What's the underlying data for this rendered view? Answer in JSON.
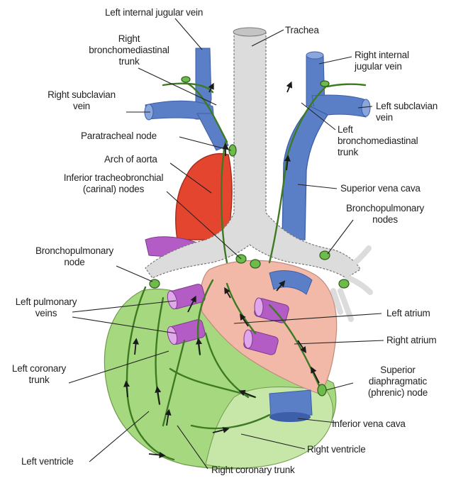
{
  "colors": {
    "vein": "#5a7fc6",
    "vein_dark": "#3d5ea8",
    "aorta": "#e4452f",
    "pulmonary_vein": "#b45cc6",
    "trachea": "#dcdcdc",
    "atrium": "#f2b9a9",
    "ventricle": "#a6d97f",
    "ventricle_light": "#c6e7a8",
    "lymph": "#4c8a2e",
    "node": "#6dbb4a"
  },
  "labels": {
    "left_internal_jugular": "Left internal jugular vein",
    "right_bronchomed": [
      "Right",
      "bronchomediastinal",
      "trunk"
    ],
    "trachea": "Trachea",
    "right_internal_jugular": [
      "Right internal",
      "jugular vein"
    ],
    "right_subclavian": [
      "Right subclavian",
      "vein"
    ],
    "left_subclavian": [
      "Left subclavian",
      "vein"
    ],
    "paratracheal": "Paratracheal node",
    "left_bronchomed": [
      "Left",
      "bronchomediastinal",
      "trunk"
    ],
    "arch_of_aorta": "Arch of aorta",
    "inferior_tracheo": [
      "Inferior tracheobronchial",
      "(carinal) nodes"
    ],
    "svc": "Superior vena cava",
    "bronchopulmonary_nodes": [
      "Bronchopulmonary",
      "nodes"
    ],
    "bronchopulmonary_node": [
      "Bronchopulmonary",
      "node"
    ],
    "left_pulmonary_veins": [
      "Left pulmonary",
      "veins"
    ],
    "left_atrium": "Left atrium",
    "right_atrium": "Right atrium",
    "left_coronary_trunk": [
      "Left coronary",
      "trunk"
    ],
    "superior_diaphragmatic": [
      "Superior",
      "diaphragmatic",
      "(phrenic) node"
    ],
    "ivc": "Inferior vena cava",
    "left_ventricle": "Left ventricle",
    "right_ventricle": "Right ventricle",
    "right_coronary_trunk": "Right coronary trunk"
  }
}
